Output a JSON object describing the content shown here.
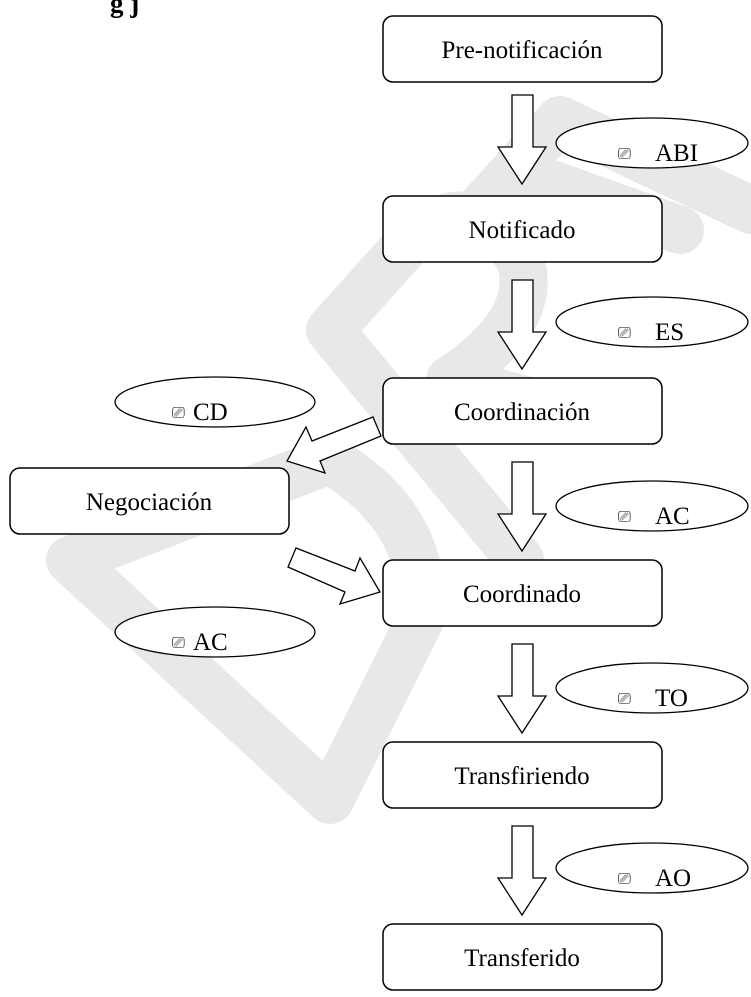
{
  "heading": {
    "text": "g    j"
  },
  "watermark": {
    "text": "DRAFT",
    "color": "#e6e6e6"
  },
  "states": [
    {
      "id": "pre-notificacion",
      "label": "Pre-notificación"
    },
    {
      "id": "notificado",
      "label": "Notificado"
    },
    {
      "id": "coordinacion",
      "label": "Coordinación"
    },
    {
      "id": "negociacion",
      "label": "Negociación"
    },
    {
      "id": "coordinado",
      "label": "Coordinado"
    },
    {
      "id": "transfiriendo",
      "label": "Transfiriendo"
    },
    {
      "id": "transferido",
      "label": "Transferido"
    }
  ],
  "transitions": [
    {
      "id": "abi",
      "glyph": "⎚",
      "code": "ABI"
    },
    {
      "id": "es",
      "glyph": "⎚",
      "code": "ES"
    },
    {
      "id": "cd",
      "glyph": "⎚",
      "code": "CD"
    },
    {
      "id": "ac-1",
      "glyph": "⎚",
      "code": "AC"
    },
    {
      "id": "ac-2",
      "glyph": "⎚",
      "code": "AC"
    },
    {
      "id": "to",
      "glyph": "⎚",
      "code": "TO"
    },
    {
      "id": "ao",
      "glyph": "⎚",
      "code": "AO"
    }
  ]
}
